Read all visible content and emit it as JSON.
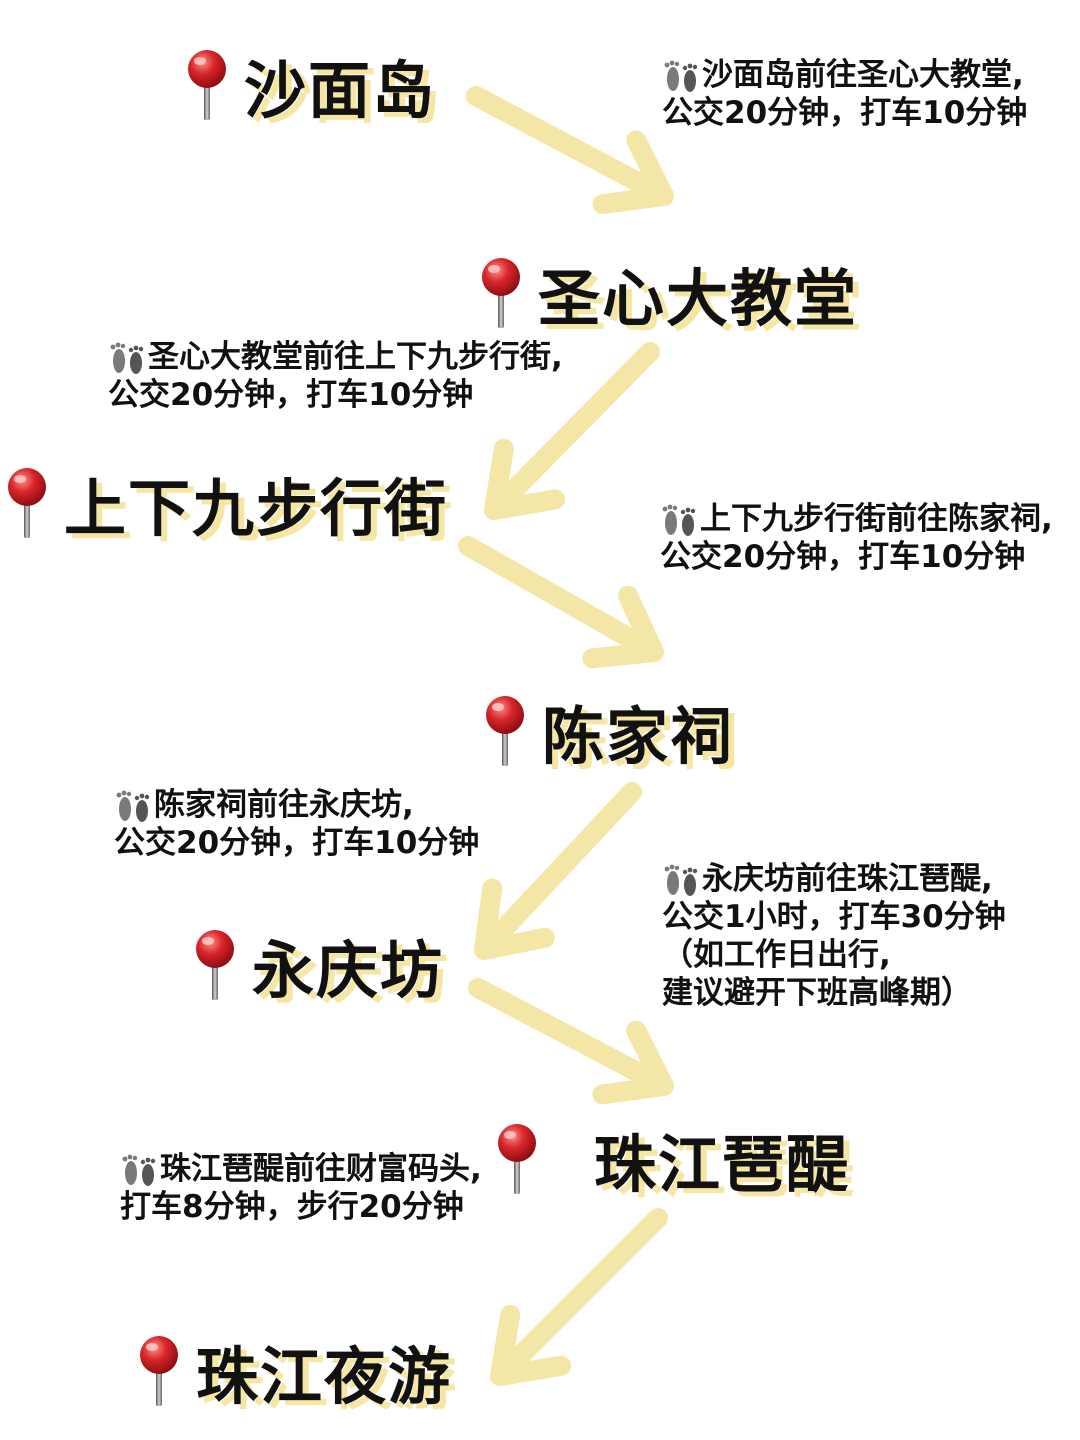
{
  "theme": {
    "arrow_color": "#f3e6a6",
    "pin_color": "#c0171b",
    "highlight_color": "#f5e6a3"
  },
  "icons": {
    "stop": "round-pushpin-icon",
    "step": "footprints-icon"
  },
  "stops": [
    {
      "name": "沙面岛"
    },
    {
      "name": "圣心大教堂"
    },
    {
      "name": "上下九步行街"
    },
    {
      "name": "陈家祠"
    },
    {
      "name": "永庆坊"
    },
    {
      "name": "珠江琶醍"
    },
    {
      "name": "珠江夜游"
    }
  ],
  "steps": [
    {
      "lines": [
        "沙面岛前往圣心大教堂,",
        "公交20分钟，打车10分钟"
      ]
    },
    {
      "lines": [
        "圣心大教堂前往上下九步行街,",
        "公交20分钟，打车10分钟"
      ]
    },
    {
      "lines": [
        "上下九步行街前往陈家祠,",
        "公交20分钟，打车10分钟"
      ]
    },
    {
      "lines": [
        "陈家祠前往永庆坊,",
        "公交20分钟，打车10分钟"
      ]
    },
    {
      "lines": [
        "永庆坊前往珠江琶醍,",
        "公交1小时，打车30分钟",
        "（如工作日出行,",
        "建议避开下班高峰期）"
      ]
    },
    {
      "lines": [
        "珠江琶醍前往财富码头,",
        "打车8分钟，步行20分钟"
      ]
    }
  ]
}
